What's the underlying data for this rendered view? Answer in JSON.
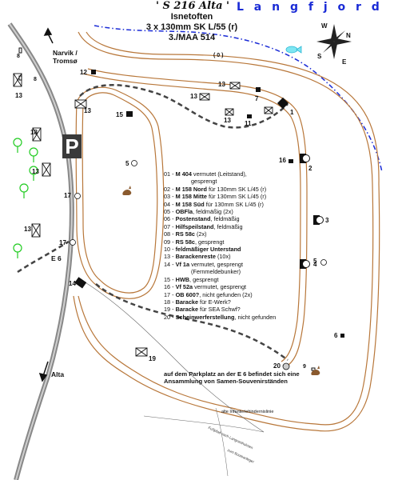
{
  "header": {
    "title": "' S 216 Alta '",
    "fjord": "L a n g f j o r d",
    "line1": "Isnetoften",
    "line2": "3 x 130mm SK L/55 (r)",
    "line3": "3./MAA 514"
  },
  "compass": {
    "n": "N",
    "s": "S",
    "e": "E",
    "w": "W"
  },
  "legend": [
    {
      "num": "01 - ",
      "bold": "M 404",
      "rest": " vermutet (Leitstand),",
      "cont": "gesprengt"
    },
    {
      "num": "02 - ",
      "bold": "M 158 Nord",
      "rest": "  für 130mm SK L/45 (r)"
    },
    {
      "num": "03 - ",
      "bold": "M 158 Mitte",
      "rest": " für 130mm SK L/45 (r)"
    },
    {
      "num": "04 - ",
      "bold": "M 158 Süd",
      "rest": "   für 130mm SK L/45 (r)"
    },
    {
      "num": "05 - ",
      "bold": "OBFla",
      "rest": ", feldmäßig (2x)"
    },
    {
      "num": "06 - ",
      "bold": "Postenstand",
      "rest": ", feldmäßig"
    },
    {
      "num": "07 - ",
      "bold": "Hilfspeilstand",
      "rest": ", feldmäßig"
    },
    {
      "num": "08 - ",
      "bold": "RS 58c",
      "rest": " (2x)"
    },
    {
      "num": "09 - ",
      "bold": "RS 58c",
      "rest": ", gesprengt"
    },
    {
      "num": "10 - ",
      "bold": "feldmäßiger Unterstand",
      "rest": ""
    },
    {
      "num": "13 - ",
      "bold": "Barackenreste",
      "rest": " (10x)"
    },
    {
      "num": "14 - ",
      "bold": "Vf 1a",
      "rest": " vermutet, gesprengt",
      "cont": "(Fernmeldebunker)"
    },
    {
      "num": "15 - ",
      "bold": "HWB",
      "rest": ", gesprengt"
    },
    {
      "num": "16 - ",
      "bold": "Vf 52a",
      "rest": " vermutet, gesprengt"
    },
    {
      "num": "17 - ",
      "bold": "OB 600?",
      "rest": ", nicht gefunden (2x)"
    },
    {
      "num": "18 - ",
      "bold": "Baracke",
      "rest": " für E-Werk?"
    },
    {
      "num": "19 - ",
      "bold": "Baracke",
      "rest": " für SEA Schwf?"
    },
    {
      "num": "20 - ",
      "bold": "Scheinwerferstellung",
      "rest": ", nicht gefunden"
    }
  ],
  "note": "auf dem Parkplatz an der E 6 befindet sich eine Ansammlung von Samen-Souvenirständen",
  "labels": {
    "narvik": "Narvik /",
    "tromso": "Tromsø",
    "alta": "Alta",
    "e6": "E 6",
    "parking": "P",
    "road_zero": "( 0 )",
    "infantry_line": "alte Infanteriehindernislinie",
    "footpath": "Fußpfad nach Langnesholmen",
    "footpath2": "zum Bootsanleger"
  },
  "markers": {
    "m1": "1",
    "m2": "2",
    "m3": "3",
    "m4": "4",
    "m5a": "5",
    "m5b": "5",
    "m6": "6",
    "m7": "7",
    "m8a": "8",
    "m8b": "8",
    "m9": "9",
    "m11": "11",
    "m12": "12",
    "m13a": "13",
    "m13b": "13",
    "m13c": "13",
    "m13d": "13",
    "m13e": "13",
    "m13f": "13",
    "m13g": "13",
    "m14": "14",
    "m15": "15",
    "m16": "16",
    "m17a": "17",
    "m17b": "17",
    "m18": "18",
    "m19": "19",
    "m20": "20"
  },
  "colors": {
    "road": "#b8773a",
    "e6": "#777777",
    "coast": "#1a2bd6",
    "trees": "#22cc22",
    "dashed": "#444444"
  }
}
